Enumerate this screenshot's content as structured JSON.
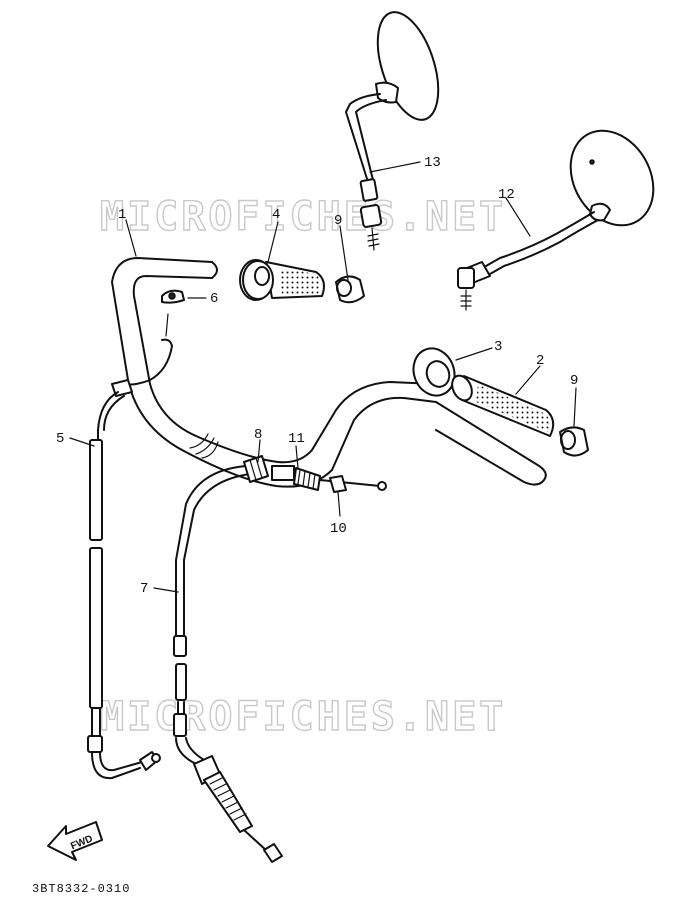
{
  "watermark_text": "MICROFICHES.NET",
  "diagram_code": "3BT8332-0310",
  "fwd_label": "FWD",
  "callouts": {
    "c1": "1",
    "c2": "2",
    "c3": "3",
    "c4": "4",
    "c5": "5",
    "c6": "6",
    "c7": "7",
    "c8": "8",
    "c9a": "9",
    "c9b": "9",
    "c10": "10",
    "c11": "11",
    "c12": "12",
    "c13": "13"
  }
}
